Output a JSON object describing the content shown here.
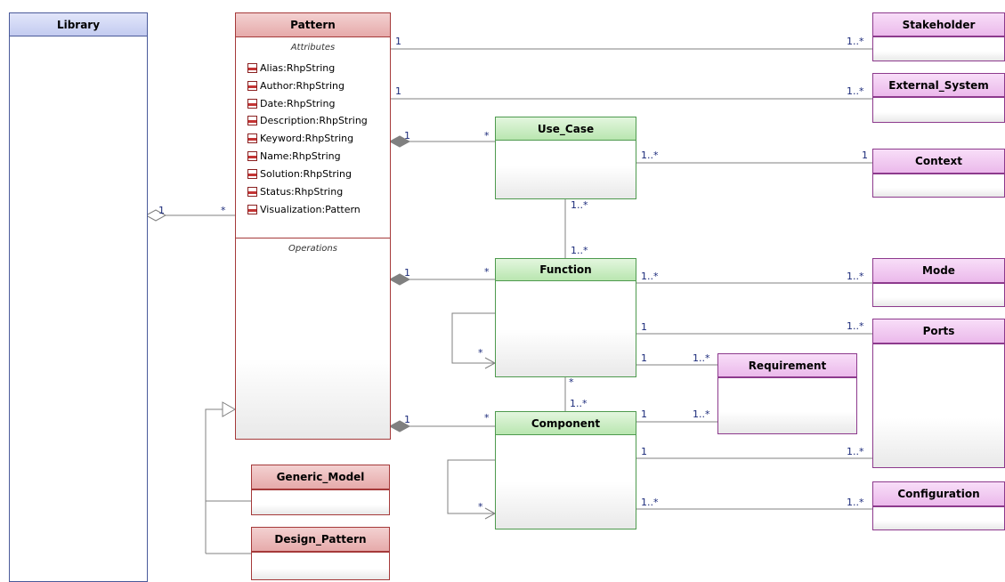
{
  "classes": {
    "library": "Library",
    "pattern": "Pattern",
    "generic_model": "Generic_Model",
    "design_pattern": "Design_Pattern",
    "use_case": "Use_Case",
    "function": "Function",
    "component": "Component",
    "requirement": "Requirement",
    "stakeholder": "Stakeholder",
    "external_system": "External_System",
    "context": "Context",
    "mode": "Mode",
    "ports": "Ports",
    "configuration": "Configuration"
  },
  "pattern": {
    "attributes_caption": "Attributes",
    "operations_caption": "Operations",
    "attributes": [
      "Alias:RhpString",
      "Author:RhpString",
      "Date:RhpString",
      "Description:RhpString",
      "Keyword:RhpString",
      "Name:RhpString",
      "Solution:RhpString",
      "Status:RhpString",
      "Visualization:Pattern"
    ]
  },
  "multiplicities": {
    "library_pattern_src": "1",
    "library_pattern_dst": "*",
    "pattern_stakeholder_src": "1",
    "pattern_stakeholder_dst": "1..*",
    "pattern_external_src": "1",
    "pattern_external_dst": "1..*",
    "pattern_usecase_src": "1",
    "pattern_usecase_dst": "*",
    "usecase_context_src": "1..*",
    "usecase_context_dst": "1",
    "usecase_function_top": "1..*",
    "usecase_function_bottom": "1..*",
    "pattern_function_src": "1",
    "pattern_function_dst": "*",
    "function_mode_src": "1..*",
    "function_mode_dst": "1..*",
    "function_ports_src": "1",
    "function_ports_dst": "1..*",
    "function_self": "*",
    "function_requirement_src": "1",
    "function_requirement_dst": "1..*",
    "function_component_top": "*",
    "function_component_bottom": "1..*",
    "pattern_component_src": "1",
    "pattern_component_dst": "*",
    "component_requirement_src": "1",
    "component_requirement_dst": "1..*",
    "component_ports_src": "1",
    "component_ports_dst": "1..*",
    "component_self": "*",
    "component_configuration_src": "1..*",
    "component_configuration_dst": "1..*"
  },
  "colors": {
    "pattern_theme": "#a53a3a",
    "green_theme": "#4e9a4e",
    "purple_theme": "#8d3a8d",
    "library_theme": "#4a5a9a",
    "multiplicity_text": "#1b2a7a",
    "edge_line": "#808080"
  }
}
